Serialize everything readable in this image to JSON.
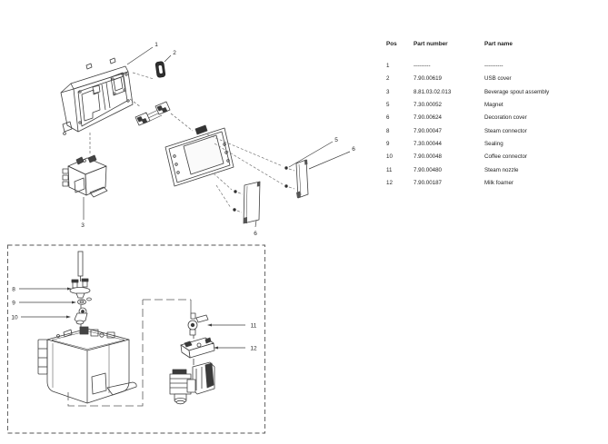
{
  "table": {
    "headers": {
      "pos": "Pos",
      "part_number": "Part number",
      "part_name": "Part name"
    },
    "rows": [
      {
        "pos": "1",
        "number": "---------",
        "name": "----------"
      },
      {
        "pos": "2",
        "number": "7.90.00619",
        "name": "USB cover"
      },
      {
        "pos": "3",
        "number": "8.81.03.02.013",
        "name": "Beverage spout assembly"
      },
      {
        "pos": "5",
        "number": "7.30.00052",
        "name": "Magnet"
      },
      {
        "pos": "6",
        "number": "7.90.00624",
        "name": "Decoration cover"
      },
      {
        "pos": "8",
        "number": "7.90.00047",
        "name": "Steam connector"
      },
      {
        "pos": "9",
        "number": "7.30.00044",
        "name": "Sealing"
      },
      {
        "pos": "10",
        "number": "7.90.00048",
        "name": "Coffee connector"
      },
      {
        "pos": "11",
        "number": "7.90.00480",
        "name": "Steam nozzle"
      },
      {
        "pos": "12",
        "number": "7.90.00187",
        "name": "Milk foamer"
      }
    ]
  },
  "callouts": {
    "c1": "1",
    "c2": "2",
    "c3": "3",
    "c5": "5",
    "c6": "6",
    "c8": "8",
    "c9": "9",
    "c10": "10",
    "c11": "11",
    "c12": "12"
  },
  "colors": {
    "text": "#1f1f1f",
    "line": "#3f3f3f",
    "dash": "#777777",
    "dark_fill": "#2f2f2f",
    "background": "#ffffff"
  }
}
